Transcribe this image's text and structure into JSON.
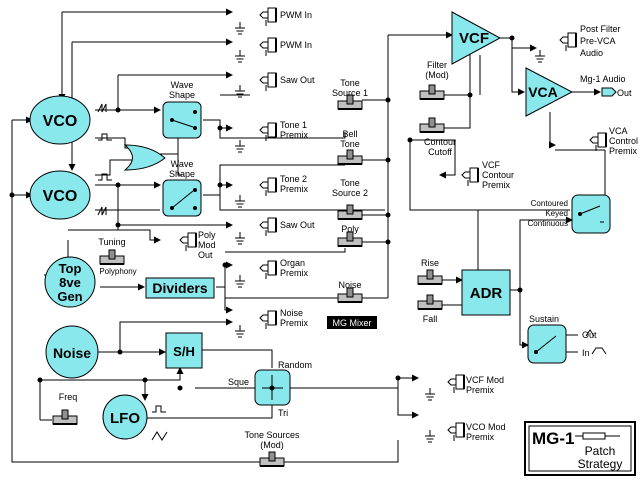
{
  "blocks": {
    "vco1": "VCO",
    "vco2": "VCO",
    "top8ve": [
      "Top",
      "8ve",
      "Gen"
    ],
    "noise": "Noise",
    "lfo": "LFO",
    "dividers": "Dividers",
    "sh": "S/H",
    "vcf": "VCF",
    "vca": "VCA",
    "adr": "ADR"
  },
  "jacks": {
    "pwm_in_1": "PWM In",
    "pwm_in_2": "PWM In",
    "saw_out_1": "Saw Out",
    "saw_out_2": "Saw Out",
    "tone1_premix": [
      "Tone 1",
      "Premix"
    ],
    "tone2_premix": [
      "Tone 2",
      "Premix"
    ],
    "poly_mod_out": [
      "Poly",
      "Mod",
      "Out"
    ],
    "organ_premix": [
      "Organ",
      "Premix"
    ],
    "noise_premix": [
      "Noise",
      "Premix"
    ],
    "vcf_contour_premix": [
      "VCF",
      "Contour",
      "Premix"
    ],
    "vcf_mod_premix": [
      "VCF Mod",
      "Premix"
    ],
    "vco_mod_premix": [
      "VCO Mod",
      "Premix"
    ],
    "vca_control_premix": [
      "VCA",
      "Control",
      "Premix"
    ],
    "post_filter": [
      "Post Filter",
      "Pre-VCA",
      "Audio"
    ],
    "mg1_audio_out": [
      "Mg-1 Audio",
      "Out"
    ]
  },
  "controls": {
    "wave_shape_1": [
      "Wave",
      "Shape"
    ],
    "wave_shape_2": [
      "Wave",
      "Shape"
    ],
    "tone_source_1": [
      "Tone",
      "Source 1"
    ],
    "bell_tone": [
      "Bell",
      "Tone"
    ],
    "tone_source_2": [
      "Tone",
      "Source 2"
    ],
    "poly": "Poly",
    "noise": "Noise",
    "tuning": "Tuning",
    "polyphony": "Polyphony",
    "filter_mod": [
      "Filter",
      "(Mod)"
    ],
    "contour_cutoff": [
      "Contour",
      "Cutoff"
    ],
    "rise": "Rise",
    "fall": "Fall",
    "sustain": "Sustain",
    "sustain_out": "Out",
    "sustain_in": "In",
    "freq": "Freq",
    "tone_sources_mod": [
      "Tone Sources",
      "(Mod)"
    ],
    "random": "Random",
    "sque": "Sque",
    "tri": "Tri",
    "contoured": "Contoured",
    "keyed": "Keyed",
    "continuous": "Continuous"
  },
  "mixer_label": "MG Mixer",
  "title": {
    "main": "MG-1",
    "sub": [
      "Patch",
      "Strategy"
    ]
  },
  "colors": {
    "block_fill": "#88e8ec",
    "line": "#000000",
    "background": "#ffffff"
  }
}
